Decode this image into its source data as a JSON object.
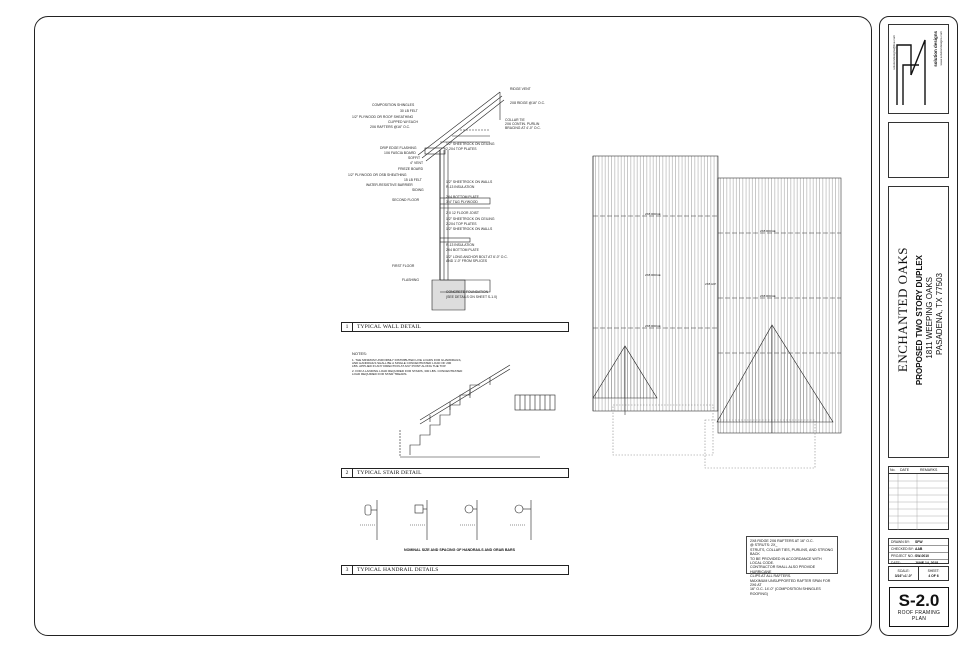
{
  "logo": {
    "text": "solution designs",
    "side_text": "www.solutiondesigns.com",
    "email": "solutiondesigns@live.com"
  },
  "project": {
    "name": "ENCHANTED OAKS",
    "description": "PROPOSED TWO STORY DUPLEX",
    "address": "1811 WEEPING OAKS",
    "city": "PASADENA, TX 77503"
  },
  "revisions": {
    "col_no": "No.",
    "col_date": "DATE",
    "col_remarks": "REMARKS"
  },
  "info": {
    "drawn_by_label": "DRAWN BY:",
    "drawn_by": "SFW",
    "checked_by_label": "CHECKED BY:",
    "checked_by": "AAB",
    "project_no_label": "PROJECT NO.:",
    "project_no": "SW-0010",
    "date_label": "DATE:",
    "date": "JUNE 14, 2018",
    "scale_label": "SCALE:",
    "scale": "3/16\"=1'-0\"",
    "sheet_label": "SHEET:",
    "sheet_of": "4 OF 6"
  },
  "sheet": {
    "number": "S-2.0",
    "name": "ROOF FRAMING PLAN"
  },
  "details": {
    "wall": {
      "num": "1",
      "title": "TYPICAL WALL DETAIL"
    },
    "stair": {
      "num": "2",
      "title": "TYPICAL STAIR DETAIL"
    },
    "handrail": {
      "num": "3",
      "title": "TYPICAL HANDRAIL DETAILS"
    },
    "handrail_caption": "NOMINAL SIZE AND SPACING OF HANDRAILS AND GRAB BARS"
  },
  "wall_labels_left": [
    "COMPOSITION SHINGLES",
    "30 LB FELT",
    "1/2\" PLYWOOD OR ROOF SHEATHING",
    "CLIPPED W/ EACH",
    "2X6 RAFTERS @16\" O.C.",
    "DRIP EDGE FLASHING",
    "1X6 FASCIA BOARD",
    "SOFFIT",
    "4\" VENT",
    "FRIEZE BOARD",
    "1/2\" PLYWOOD OR OSB SHEATHING",
    "15 LB FELT",
    "WATER-RESISTIVE BARRIER",
    "SIDING",
    "SECOND FLOOR",
    "FIRST FLOOR",
    "FLASHING"
  ],
  "wall_labels_right": [
    "RIDGE VENT",
    "2X8 RIDGE @16\" O.C.",
    "COLLAR TIE",
    "2X6 CONTIN. PURLIN",
    "BRACING AT 4'-0\" O.C.",
    "1/2\" SHEETROCK ON CEILING",
    "2-2X4 TOP PLATES",
    "1/2\" SHEETROCK ON WALLS",
    "R-13 INSULATION",
    "2X4 BOTTOM PLATE",
    "3/4\" T&G PLYWOOD",
    "2 X 12 FLOOR JOIST",
    "1/2\" SHEETROCK ON CEILING",
    "2-2X4 TOP PLATES",
    "1/2\" SHEETROCK ON WALLS",
    "R-13 INSULATION",
    "2X4 BOTTOM PLATE",
    "1/2\" LONG ANCHOR BOLT AT 6'-0\" O.C.",
    "AND 1'-0\" FROM SPLICES",
    "CONCRETE FOUNDATION",
    "(SEE DETAILS ON SHEET S-1.0)"
  ],
  "stair_notes": [
    "NOTES:",
    "1. THE MINIMUM UNIFORMLY DISTRIBUTED LIVE LOADS FOR GUARDRAILS,",
    "AND HANDRAILS SHALL BE A SINGLE CONCENTRATED LOAD OF 200",
    "LBS. APPLIED IN ANY DIRECTION AT ANY POINT ALONG THE TOP.",
    "2. FOR A LANDING LOAD REQUIRED FOR STAIRS, 300 LBS. CONCENTRATED",
    "LOAD REQUIRED FOR STAIR TREADS."
  ],
  "roof_notes": [
    "2X8 RIDGE 2X6 RAFTERS AT 16\" O.C.",
    "@ STRUTS: 2X_",
    "STRUTS, COLLAR TIES, PURLINS, AND STRONG BACK",
    "TO BE PROVIDED IN ACCORDANCE WITH LOCAL CODE.",
    "CONTRACTOR SHALL ALSO PROVIDE HURRICANE",
    "CLIPS AT ALL RAFTERS.",
    "MAXIMUM UNSUPPORTED RAFTER SPAN FOR 2X6 AT",
    "16\" O.C. 14'-0\" (COMPOSITION SHINGLES ROOFING)"
  ],
  "roof_labels": {
    "ridge1": "2X8 RIDGE",
    "ridge2": "2X8 RIDGE",
    "ridge3": "2X8 RIDGE",
    "ridge4": "2X8 RIDGE",
    "ridge5": "2X8 RIDGE",
    "hip": "2X8 HIP"
  }
}
